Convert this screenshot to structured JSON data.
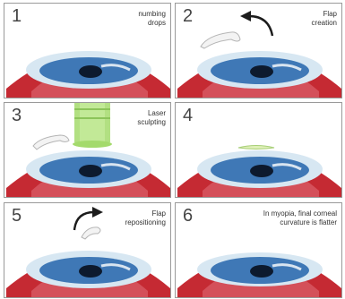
{
  "colors": {
    "sclera": "#c52a33",
    "sclera_light": "#e0707a",
    "cornea": "#d7e7f2",
    "iris": "#3f78b6",
    "pupil": "#0d1a2e",
    "laser": "#a4da6c",
    "flap": "#dff0b8"
  },
  "panels": [
    {
      "step": "1",
      "caption": "numbing\ndrops",
      "icons": [
        "eye-icon",
        "drops-icon"
      ]
    },
    {
      "step": "2",
      "caption": "Flap\ncreation",
      "icons": [
        "eye-icon",
        "flap-icon",
        "curved-arrow-icon"
      ]
    },
    {
      "step": "3",
      "caption": "Laser\nsculpting",
      "icons": [
        "eye-icon",
        "flap-icon",
        "laser-beam-icon"
      ]
    },
    {
      "step": "4",
      "caption": "",
      "icons": [
        "eye-icon",
        "sculpted-layer-icon"
      ]
    },
    {
      "step": "5",
      "caption": "Flap\nrepositioning",
      "icons": [
        "eye-icon",
        "flap-icon",
        "curved-arrow-icon"
      ]
    },
    {
      "step": "6",
      "caption": "In myopia, final corneal\ncurvature is flatter",
      "icons": [
        "eye-icon"
      ]
    }
  ]
}
